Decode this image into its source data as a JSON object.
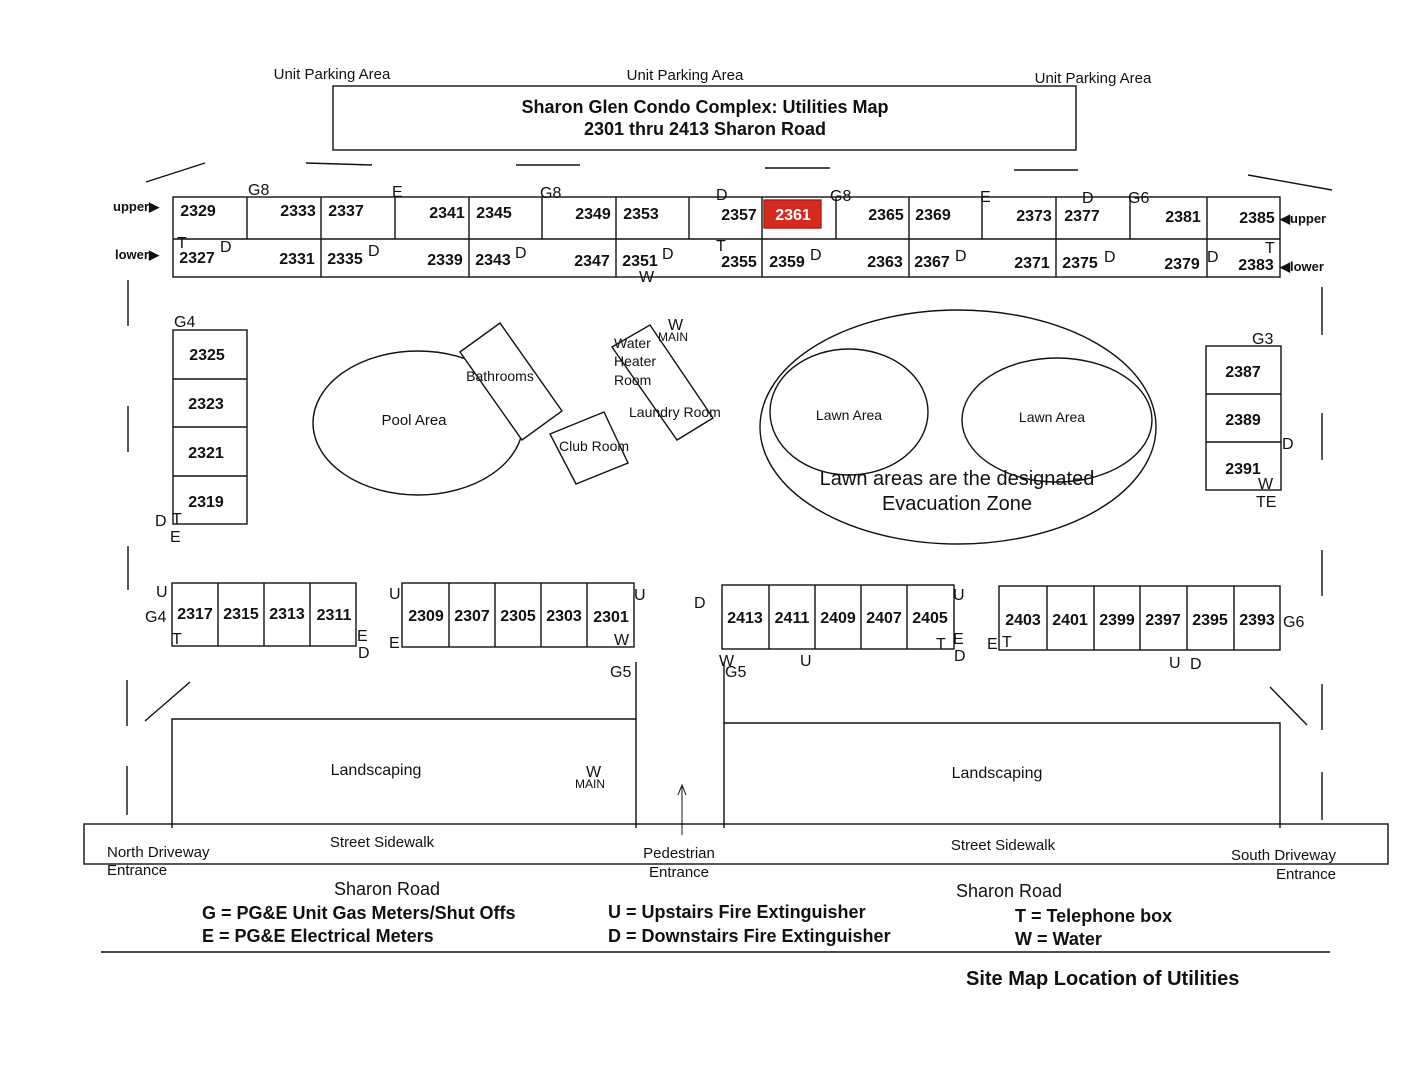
{
  "title": {
    "line1": "Sharon Glen Condo Complex:  Utilities Map",
    "line2": "2301 thru 2413 Sharon Road"
  },
  "parking_labels": [
    "Unit Parking Area",
    "Unit Parking Area",
    "Unit Parking Area"
  ],
  "side_labels": {
    "upper_left": "upper▶",
    "lower_left": "lower▶",
    "upper_right": "◀upper",
    "lower_right": "◀lower"
  },
  "top_upper_units": [
    "2329",
    "2333",
    "2337",
    "2341",
    "2345",
    "2349",
    "2353",
    "2357",
    "2361",
    "2365",
    "2369",
    "2373",
    "2377",
    "2381",
    "2385"
  ],
  "top_lower_units": [
    "2327",
    "2331",
    "2335",
    "2339",
    "2343",
    "2347",
    "2351",
    "2355",
    "2359",
    "2363",
    "2367",
    "2371",
    "2375",
    "2379",
    "2383"
  ],
  "highlighted_unit": "2361",
  "left_units": [
    "2325",
    "2323",
    "2321",
    "2319"
  ],
  "right_units": [
    "2387",
    "2389",
    "2391"
  ],
  "bottom_units": {
    "group1": [
      "2317",
      "2315",
      "2313",
      "2311"
    ],
    "group2": [
      "2309",
      "2307",
      "2305",
      "2303",
      "2301"
    ],
    "group3": [
      "2413",
      "2411",
      "2409",
      "2407",
      "2405"
    ],
    "group4": [
      "2403",
      "2401",
      "2399",
      "2397",
      "2395",
      "2393"
    ]
  },
  "areas": {
    "pool": "Pool Area",
    "bathrooms": "Bathrooms",
    "water_heater_1": "Water",
    "water_heater_2": "Heater",
    "water_heater_3": "Room",
    "laundry": "Laundry Room",
    "club": "Club Room",
    "lawn1": "Lawn Area",
    "lawn2": "Lawn Area",
    "evac1": "Lawn areas are the designated",
    "evac2": "Evacuation Zone",
    "landscaping1": "Landscaping",
    "landscaping2": "Landscaping"
  },
  "street": {
    "sidewalk1": "Street Sidewalk",
    "sidewalk2": "Street Sidewalk",
    "north1": "North Driveway",
    "north2": "Entrance",
    "ped1": "Pedestrian",
    "ped2": "Entrance",
    "south1": "South Driveway",
    "south2": "Entrance",
    "road1": "Sharon Road",
    "road2": "Sharon Road"
  },
  "legend": {
    "g": "G = PG&E Unit Gas Meters/Shut Offs",
    "e": "E = PG&E Electrical Meters",
    "u": "U = Upstairs Fire Extinguisher",
    "d": "D = Downstairs Fire Extinguisher",
    "t": "T = Telephone box",
    "w": "W = Water"
  },
  "footer": "Site Map Location of Utilities",
  "markers": {
    "g8": "G8",
    "g6": "G6",
    "g4": "G4",
    "g3": "G3",
    "g5": "G5",
    "e": "E",
    "d": "D",
    "t": "T",
    "u": "U",
    "w": "W",
    "main": "MAIN",
    "te": "TE"
  }
}
